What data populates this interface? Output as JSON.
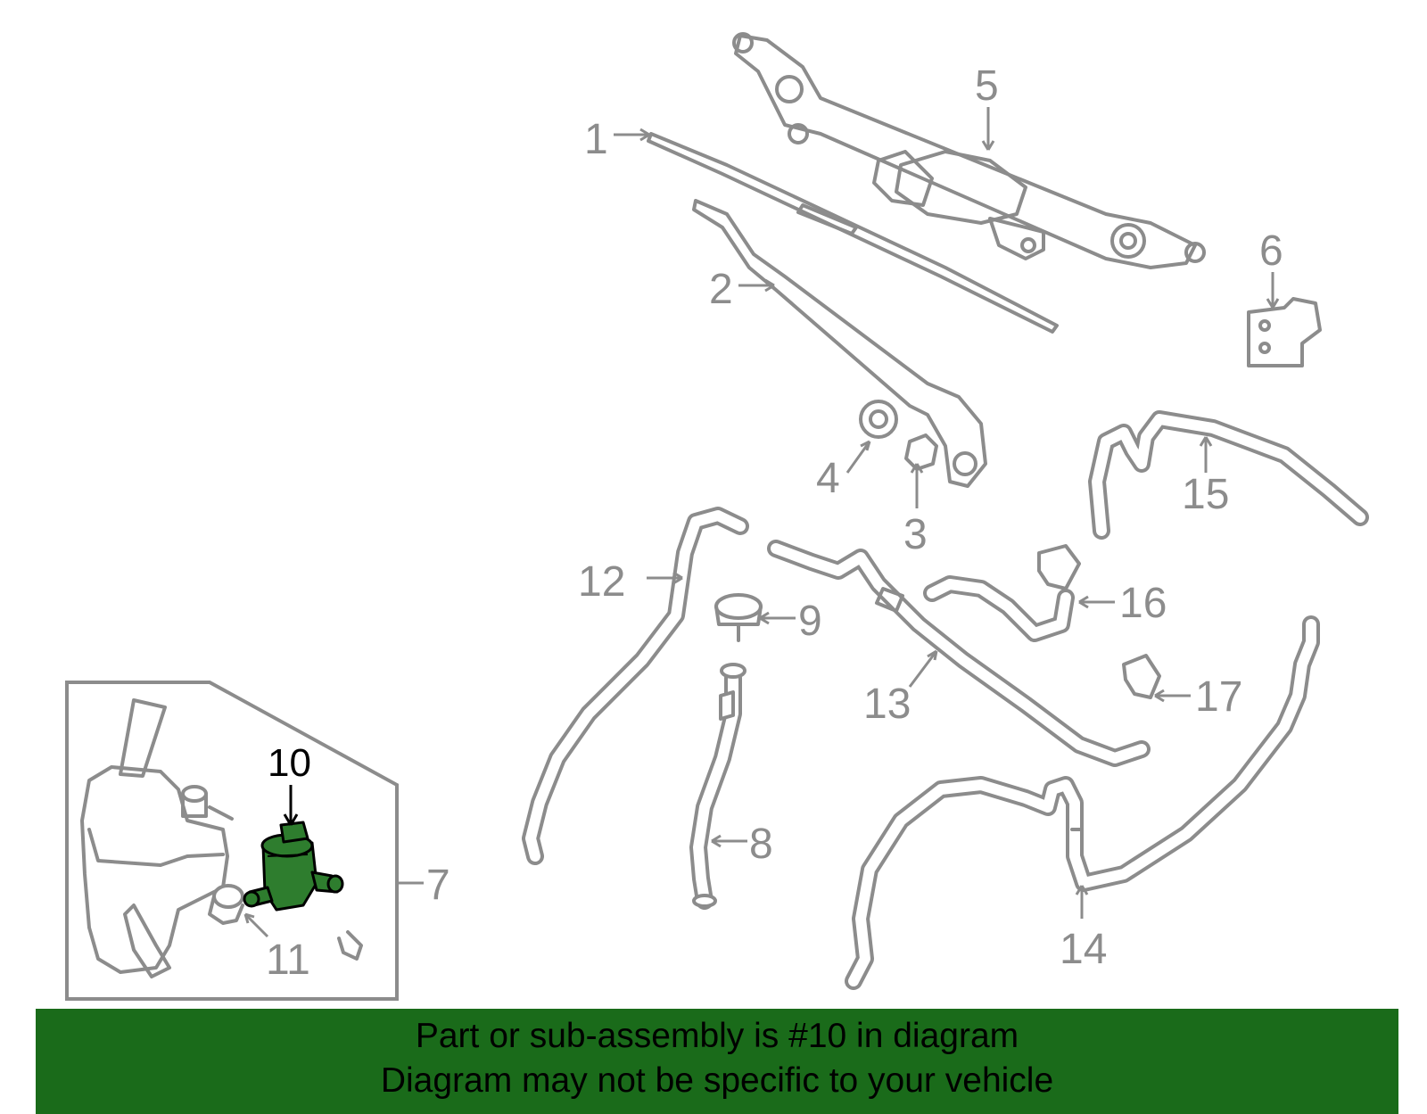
{
  "callouts": {
    "p1": "1",
    "p2": "2",
    "p3": "3",
    "p4": "4",
    "p5": "5",
    "p6": "6",
    "p7": "7",
    "p8": "8",
    "p9": "9",
    "p10": "10",
    "p11": "11",
    "p12": "12",
    "p13": "13",
    "p14": "14",
    "p15": "15",
    "p16": "16",
    "p17": "17"
  },
  "banner": {
    "line1": "Part or sub-assembly is #10 in diagram",
    "line2": "Diagram may not be specific to your vehicle"
  },
  "colors": {
    "highlight_part": "#2e7d2e",
    "banner_background": "#1a6b1a",
    "drawing_gray": "#8c8c8c"
  }
}
